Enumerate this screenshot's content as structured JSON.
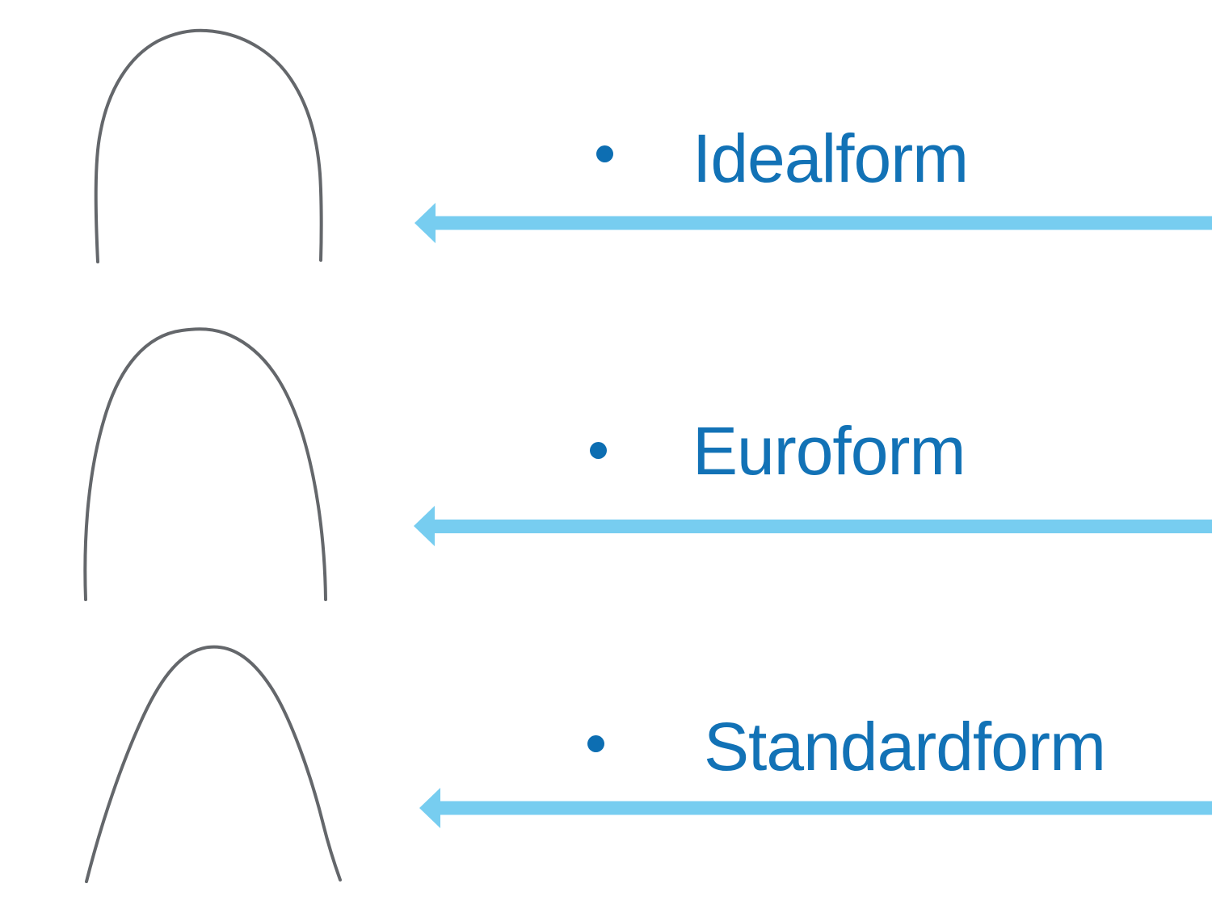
{
  "slide": {
    "items": [
      {
        "bullet_glyph": "•",
        "label": "Idealform",
        "icon": "archwire-idealform-image"
      },
      {
        "bullet_glyph": "•",
        "label": "Euroform",
        "icon": "archwire-euroform-image"
      },
      {
        "bullet_glyph": "•",
        "label": "Standardform",
        "icon": "archwire-standardform-image"
      }
    ],
    "colors": {
      "background": "#FFFFFF",
      "label-text": "#1272B6",
      "bullet": "#0D6EB2",
      "arrow": "#77CDF0",
      "wire": "#64676B"
    }
  }
}
